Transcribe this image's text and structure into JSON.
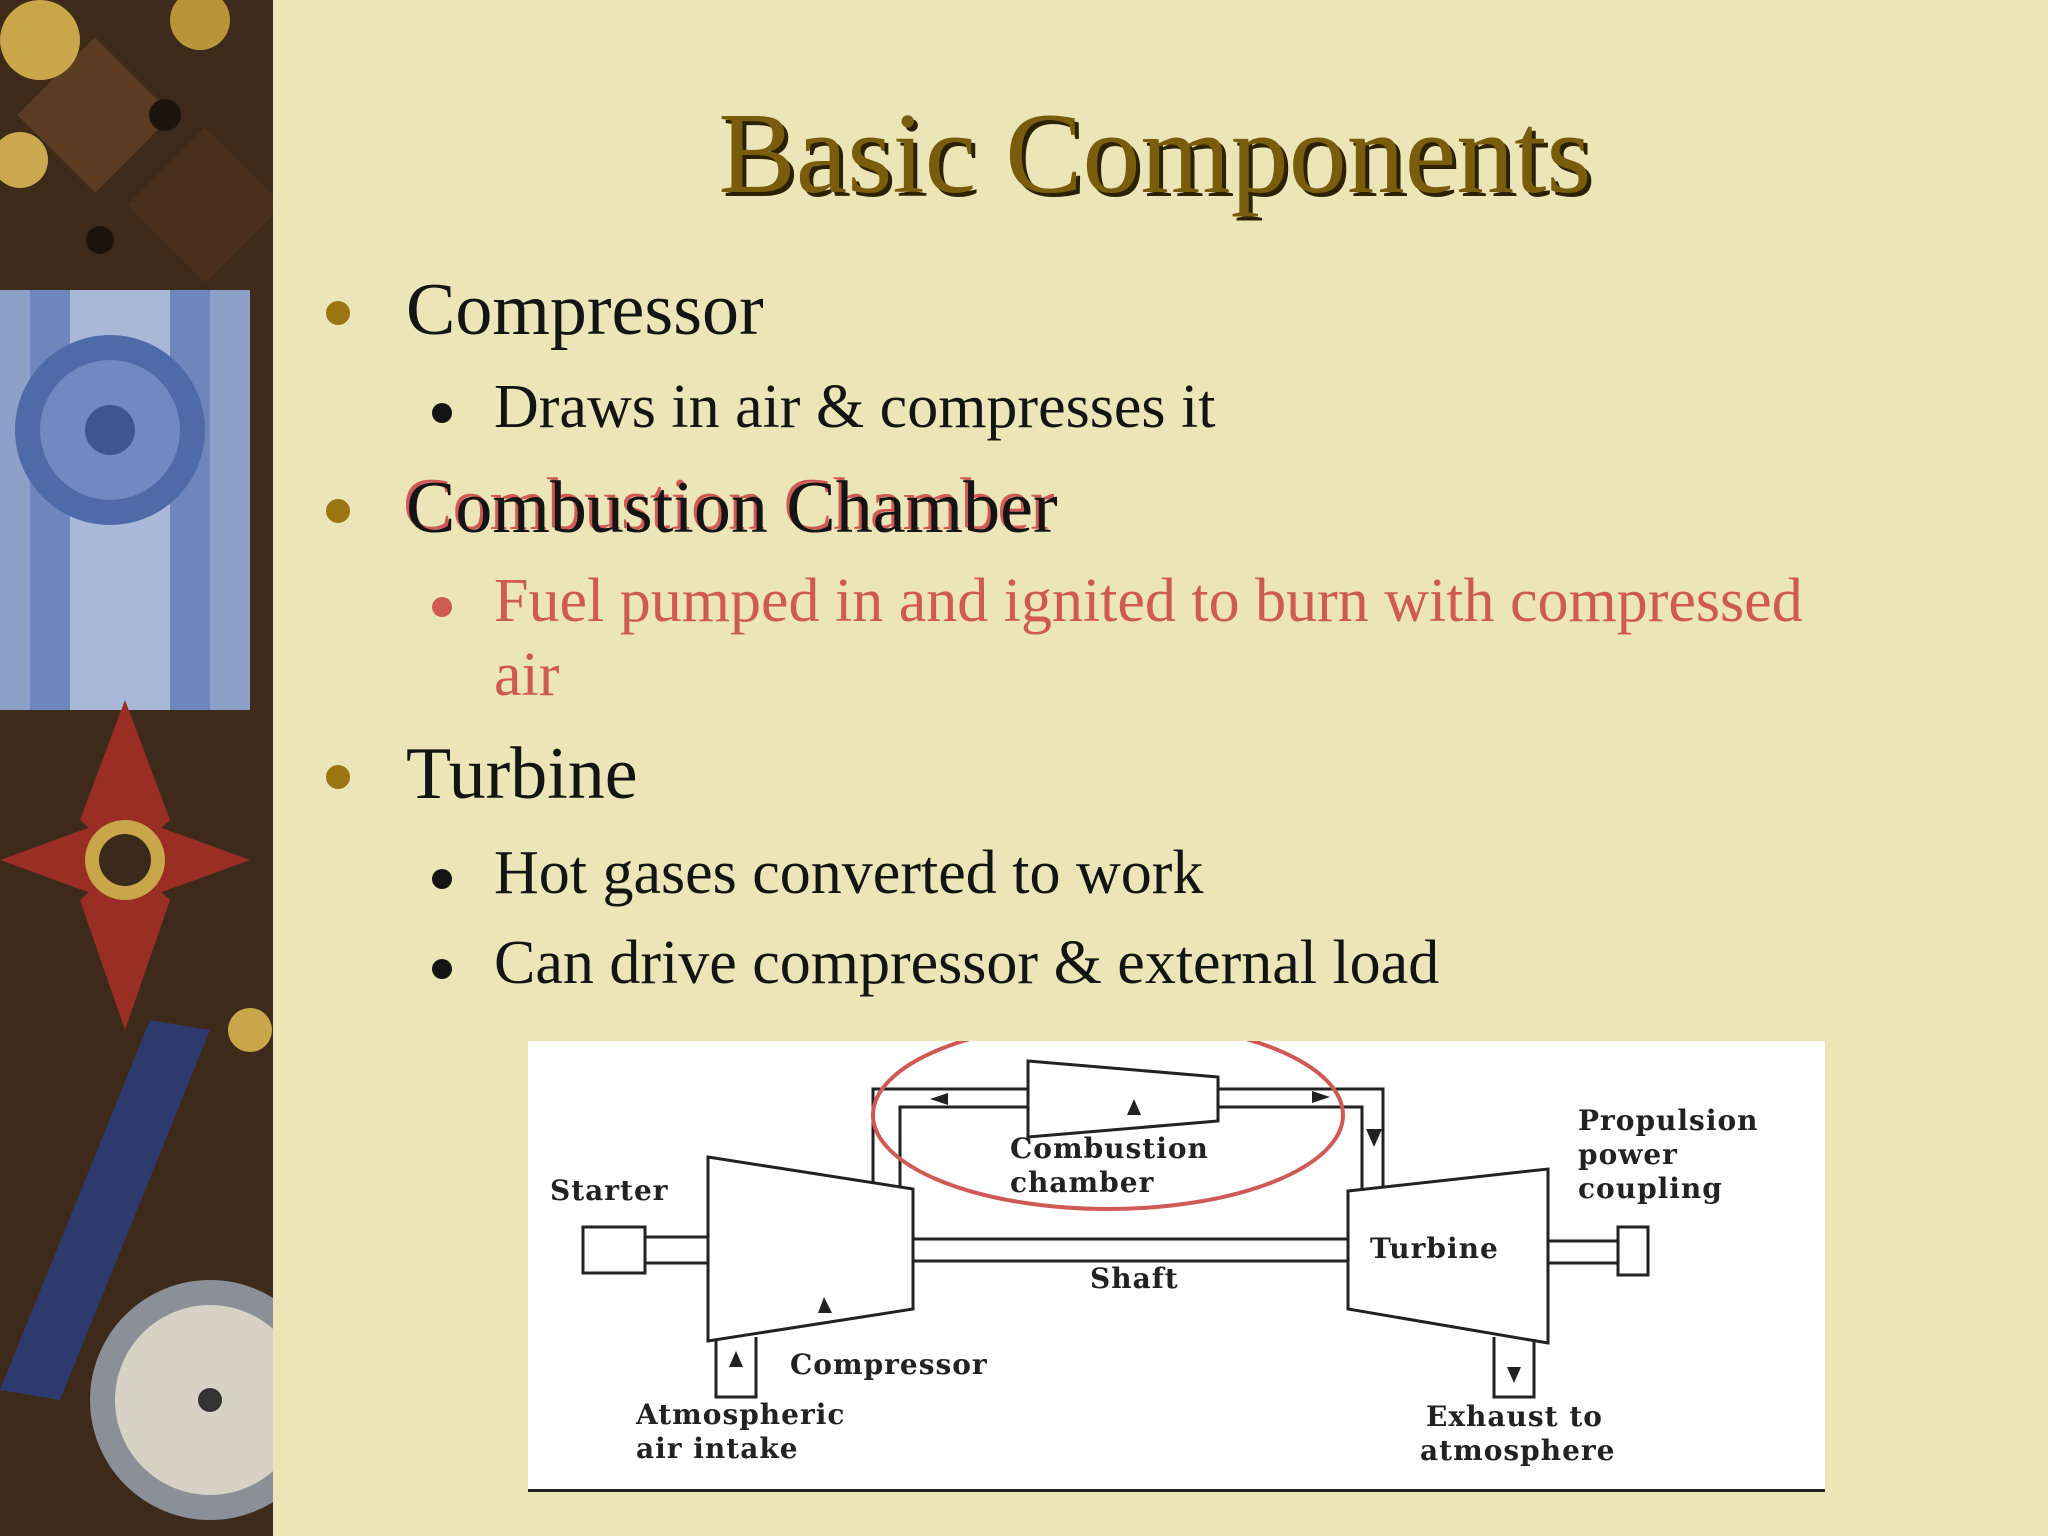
{
  "slide": {
    "title": "Basic Components",
    "items": [
      {
        "label": "Compressor",
        "subitems": [
          "Draws in air & compresses it"
        ]
      },
      {
        "label": "Combustion Chamber",
        "subitems": [
          "Fuel pumped in and ignited to burn with compressed",
          "air"
        ]
      },
      {
        "label": "Turbine",
        "subitems": [
          "Hot gases converted to work",
          "Can drive compressor & external load"
        ]
      }
    ]
  },
  "diagram": {
    "labels": {
      "starter": "Starter",
      "combustion_1": "Combustion",
      "combustion_2": "chamber",
      "shaft": "Shaft",
      "turbine": "Turbine",
      "propulsion_1": "Propulsion",
      "propulsion_2": "power",
      "propulsion_3": "coupling",
      "compressor": "Compressor",
      "intake_1": "Atmospheric",
      "intake_2": "air intake",
      "exhaust_1": "Exhaust to",
      "exhaust_2": "atmosphere"
    },
    "highlight_color": "#cf5a55"
  },
  "theme": {
    "background": "#ece5b8",
    "title_color": "#7a5d0c",
    "bullet_color": "#9a7612",
    "highlight_text": "#cf5a55"
  }
}
